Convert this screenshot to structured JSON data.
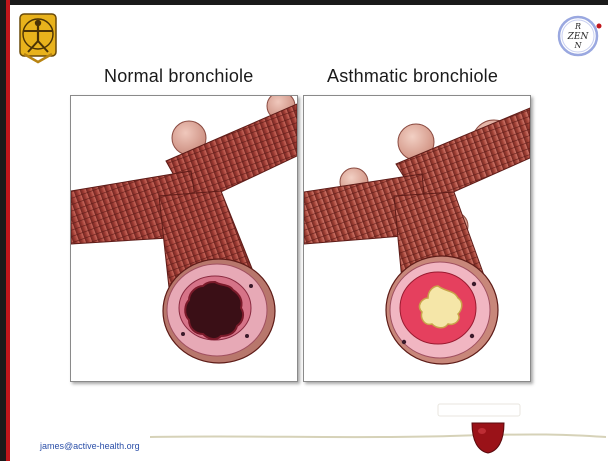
{
  "slide": {
    "left_label": "Normal bronchiole",
    "right_label": "Asthmatic bronchiole",
    "footer_email": "james@active-health.org",
    "right_logo_text": "R\nZEN\nN"
  },
  "colors": {
    "border_black": "#1a1a1a",
    "border_red": "#c0161b",
    "muscle": "#a8453c",
    "lumen_pink": "#e9a6b4",
    "email_blue": "#2b4fa8"
  },
  "icons": {
    "left_logo": "vitruvian-man-logo-icon",
    "right_logo": "rzen-logo-icon",
    "footer_drop": "red-drop-icon"
  }
}
